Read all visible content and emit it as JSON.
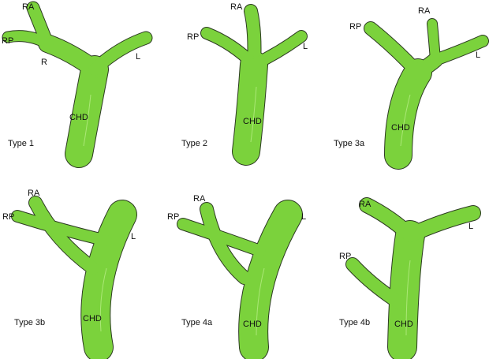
{
  "colors": {
    "duct": "#7bd23c",
    "outline": "#2c3a22"
  },
  "panels": [
    {
      "type": "Type 1",
      "labels": {
        "ra": "RA",
        "rp": "RP",
        "r": "R",
        "l": "L",
        "chd": "CHD"
      }
    },
    {
      "type": "Type 2",
      "labels": {
        "ra": "RA",
        "rp": "RP",
        "l": "L",
        "chd": "CHD"
      }
    },
    {
      "type": "Type 3a",
      "labels": {
        "ra": "RA",
        "rp": "RP",
        "l": "L",
        "chd": "CHD"
      }
    },
    {
      "type": "Type 3b",
      "labels": {
        "ra": "RA",
        "rp": "RP",
        "l": "L",
        "chd": "CHD"
      }
    },
    {
      "type": "Type 4a",
      "labels": {
        "ra": "RA",
        "rp": "RP",
        "l": "L",
        "chd": "CHD"
      }
    },
    {
      "type": "Type 4b",
      "labels": {
        "ra": "RA",
        "rp": "RP",
        "l": "L",
        "chd": "CHD"
      }
    }
  ]
}
